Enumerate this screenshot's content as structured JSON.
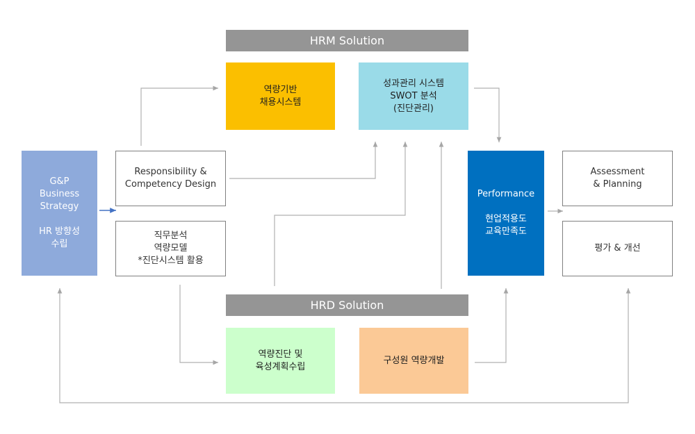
{
  "hrm": {
    "title": "HRM Solution",
    "box1": [
      "역량기반",
      "채용시스템"
    ],
    "box2": [
      "성과관리 시스템",
      "SWOT 분석",
      "(진단관리)"
    ]
  },
  "hrd": {
    "title": "HRD Solution",
    "box1": [
      "역량진단 및",
      "육성계획수립"
    ],
    "box2": [
      "구성원 역량개발"
    ]
  },
  "strategy": {
    "en": [
      "G&P",
      "Business",
      "Strategy"
    ],
    "ko": [
      "HR 방향성",
      "수립"
    ]
  },
  "design": [
    "Responsibility &",
    "Competency Design"
  ],
  "job": [
    "직무분석",
    "역량모델",
    "*진단시스템 활용"
  ],
  "performance": {
    "title": "Performance",
    "lines": [
      "현업적용도",
      "교육만족도"
    ]
  },
  "assessment": [
    "Assessment",
    "& Planning"
  ],
  "evaluation": [
    "평가 & 개선"
  ],
  "colors": {
    "banner": "#959595",
    "yellow": "#fbbf00",
    "light_blue": "#9adbe8",
    "green": "#ccffcc",
    "orange": "#fbc996",
    "strategy": "#8eaadb",
    "performance": "#0070c0",
    "line": "#b0b0b0",
    "blue_arrow": "#4472c4"
  }
}
